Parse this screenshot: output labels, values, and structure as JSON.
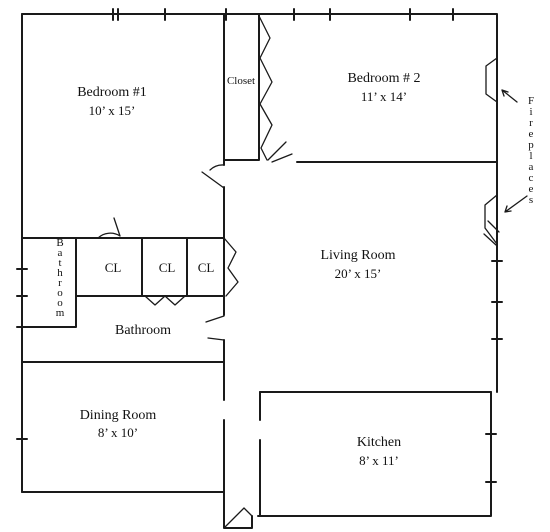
{
  "rooms": {
    "bedroom1": {
      "name": "Bedroom #1",
      "dims": "10’ x 15’"
    },
    "bedroom2": {
      "name": "Bedroom # 2",
      "dims": "11’ x 14’"
    },
    "living": {
      "name": "Living Room",
      "dims": "20’ x 15’"
    },
    "dining": {
      "name": "Dining Room",
      "dims": "8’ x 10’"
    },
    "kitchen": {
      "name": "Kitchen",
      "dims": "8’ x 11’"
    },
    "bathroom_main": {
      "name": "Bathroom"
    },
    "closet": {
      "name": "Closet"
    }
  },
  "closets": [
    "CL",
    "CL",
    "CL"
  ],
  "vertical_labels": {
    "bathroom": "Bathroom",
    "fireplaces": "Fireplaces"
  }
}
